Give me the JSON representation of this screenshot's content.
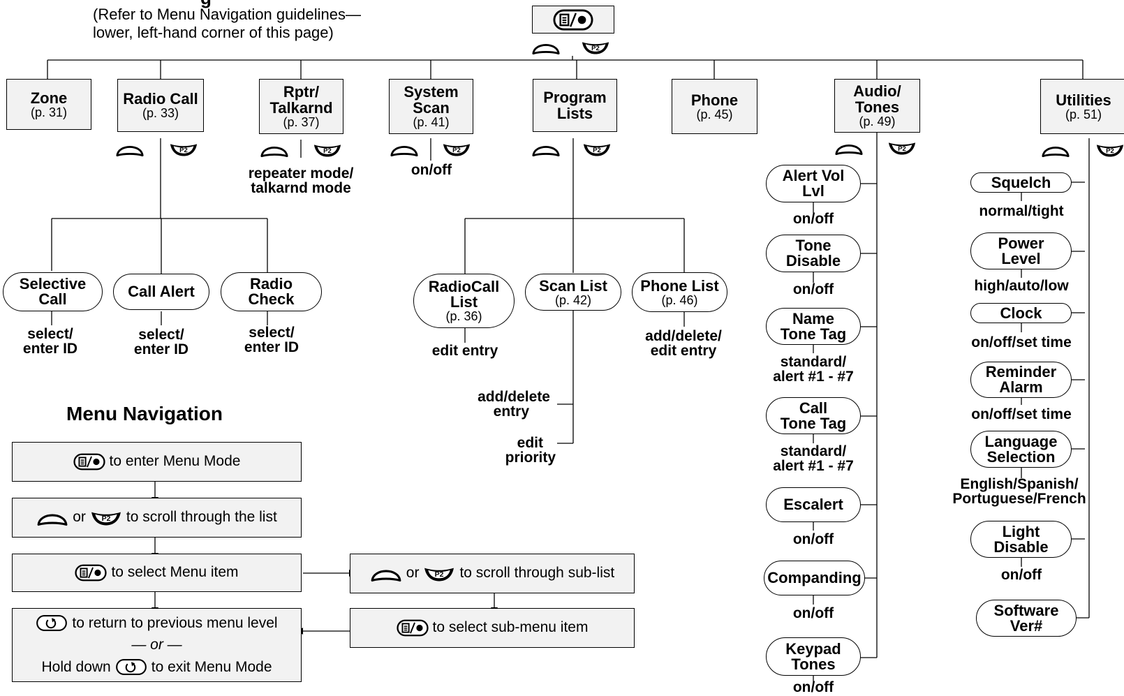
{
  "header": {
    "title_partial": "g",
    "note_line1": "(Refer to Menu Navigation guidelines—",
    "note_line2": "lower, left-hand corner of this page)"
  },
  "icons": {
    "menu_key": "menu-select-key-icon",
    "scroll_key": "scroll-up-key-icon",
    "p2_key": "p2-key-icon",
    "home_key": "home-return-key-icon",
    "p2_text": "P2"
  },
  "menu": {
    "zone": {
      "title": "Zone",
      "page": "(p. 31)"
    },
    "radio_call": {
      "title": "Radio Call",
      "page": "(p. 33)",
      "children": {
        "selective": {
          "line1": "Selective",
          "line2": "Call",
          "opt1": "select/",
          "opt2": "enter ID"
        },
        "call_alert": {
          "line1": "Call Alert",
          "opt1": "select/",
          "opt2": "enter ID"
        },
        "radio_check": {
          "line1": "Radio",
          "line2": "Check",
          "opt1": "select/",
          "opt2": "enter ID"
        }
      }
    },
    "rptr": {
      "line1": "Rptr/",
      "line2": "Talkarnd",
      "page": "(p. 37)",
      "opt1": "repeater mode/",
      "opt2": "talkarnd mode"
    },
    "system_scan": {
      "line1": "System",
      "line2": "Scan",
      "page": "(p. 41)",
      "opt": "on/off"
    },
    "program_lists": {
      "line1": "Program",
      "line2": "Lists",
      "children": {
        "radiocall_list": {
          "line1": "RadioCall",
          "line2": "List",
          "page": "(p. 36)",
          "opt": "edit entry"
        },
        "scan_list": {
          "line1": "Scan List",
          "page": "(p. 42)",
          "opt1a": "add/delete",
          "opt1b": "entry",
          "opt2a": "edit",
          "opt2b": "priority"
        },
        "phone_list": {
          "line1": "Phone List",
          "page": "(p. 46)",
          "opt1": "add/delete/",
          "opt2": "edit entry"
        }
      }
    },
    "phone": {
      "title": "Phone",
      "page": "(p. 45)"
    },
    "audio_tones": {
      "line1": "Audio/",
      "line2": "Tones",
      "page": "(p. 49)",
      "items": [
        {
          "line1": "Alert Vol",
          "line2": "Lvl",
          "opt1": "on/off",
          "opt2": ""
        },
        {
          "line1": "Tone",
          "line2": "Disable",
          "opt1": "on/off",
          "opt2": ""
        },
        {
          "line1": "Name",
          "line2": "Tone Tag",
          "opt1": "standard/",
          "opt2": "alert #1 - #7"
        },
        {
          "line1": "Call",
          "line2": "Tone Tag",
          "opt1": "standard/",
          "opt2": "alert #1 - #7"
        },
        {
          "line1": "Escalert",
          "line2": "",
          "opt1": "on/off",
          "opt2": ""
        },
        {
          "line1": "Companding",
          "line2": "",
          "opt1": "on/off",
          "opt2": ""
        },
        {
          "line1": "Keypad",
          "line2": "Tones",
          "opt1": "on/off",
          "opt2": ""
        }
      ]
    },
    "utilities": {
      "title": "Utilities",
      "page": "(p. 51)",
      "items": [
        {
          "line1": "Squelch",
          "line2": "",
          "opt1": "normal/tight",
          "opt2": ""
        },
        {
          "line1": "Power",
          "line2": "Level",
          "opt1": "high/auto/low",
          "opt2": ""
        },
        {
          "line1": "Clock",
          "line2": "",
          "opt1": "on/off/set time",
          "opt2": ""
        },
        {
          "line1": "Reminder",
          "line2": "Alarm",
          "opt1": "on/off/set time",
          "opt2": ""
        },
        {
          "line1": "Language",
          "line2": "Selection",
          "opt1": "English/Spanish/",
          "opt2": "Portuguese/French"
        },
        {
          "line1": "Light",
          "line2": "Disable",
          "opt1": "on/off",
          "opt2": ""
        },
        {
          "line1": "Software",
          "line2": "Ver#",
          "opt1": "",
          "opt2": ""
        }
      ]
    }
  },
  "nav": {
    "title": "Menu Navigation",
    "step1": "to enter Menu Mode",
    "step2_or": "or",
    "step2": "to scroll through the list",
    "step3": "to select Menu item",
    "step4a": "to return to previous menu level",
    "step4_or": "— or —",
    "step4b_pre": "Hold down",
    "step4b": "to exit Menu Mode",
    "sub1_or": "or",
    "sub1": "to scroll through sub-list",
    "sub2": "to select sub-menu item"
  }
}
